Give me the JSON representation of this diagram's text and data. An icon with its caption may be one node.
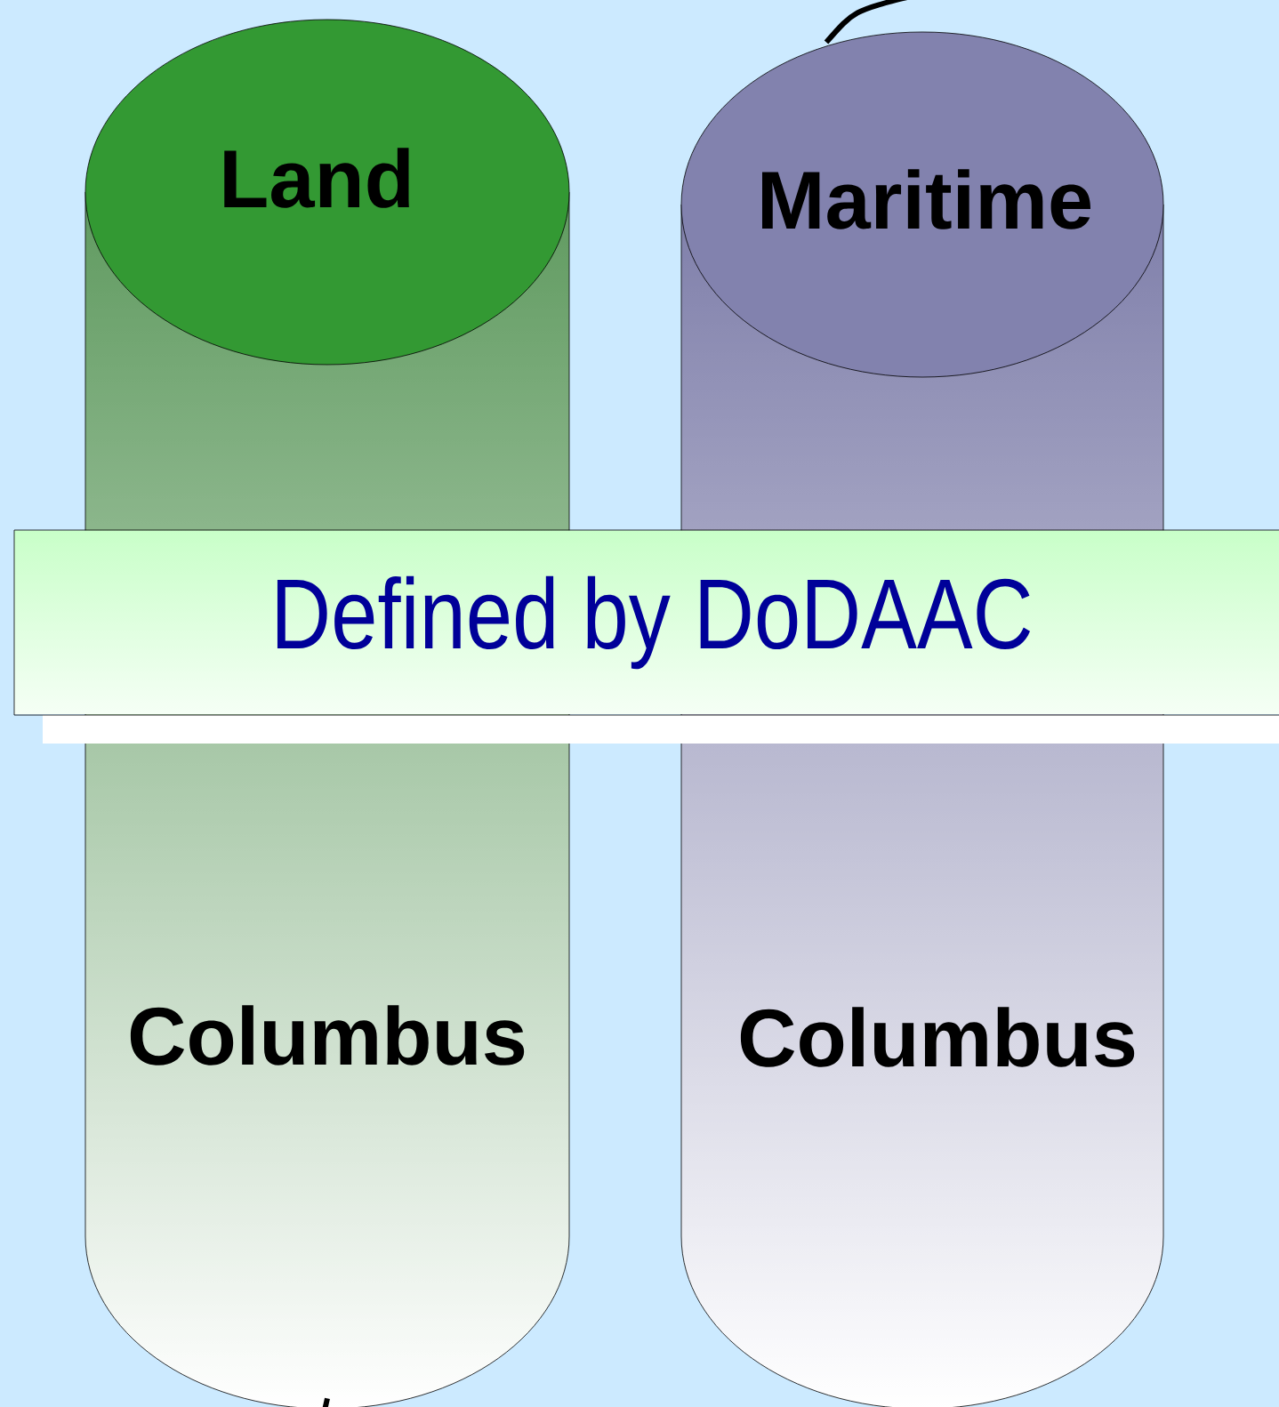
{
  "diagram": {
    "nodes": [
      {
        "text": [
          "Land",
          "Columbus"
        ]
      },
      {
        "text": [
          "Maritime",
          "Columbus"
        ]
      },
      {
        "text": [
          "Defined by DoDAAC"
        ]
      }
    ],
    "edges": [
      {
        "from": null,
        "to": 1,
        "arrow": "none"
      },
      {
        "from": 0,
        "to": null,
        "arrow": "none"
      }
    ]
  }
}
